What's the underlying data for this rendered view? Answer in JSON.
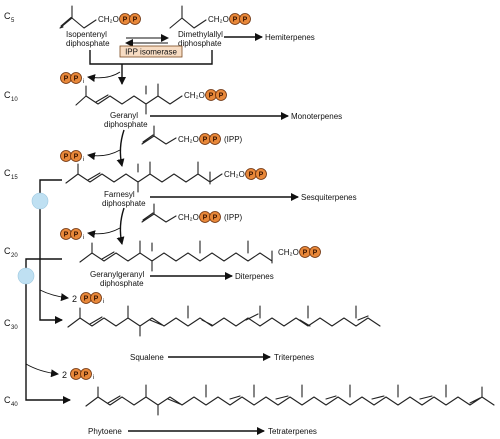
{
  "carbon_labels": {
    "c5": {
      "c": "C",
      "n": "5"
    },
    "c10": {
      "c": "C",
      "n": "10"
    },
    "c15": {
      "c": "C",
      "n": "15"
    },
    "c20": {
      "c": "C",
      "n": "20"
    },
    "c30": {
      "c": "C",
      "n": "30"
    },
    "c40": {
      "c": "C",
      "n": "40"
    }
  },
  "compounds": {
    "ipp": [
      "Isopentenyl",
      "diphosphate"
    ],
    "dmapp": [
      "Dimethylallyl",
      "diphosphate"
    ],
    "gpp": [
      "Geranyl",
      "diphosphate"
    ],
    "fpp": [
      "Farnesyl",
      "diphosphate"
    ],
    "ggpp": [
      "Geranylgeranyl",
      "diphosphate"
    ],
    "squalene": "Squalene",
    "phytoene": "Phytoene"
  },
  "enzyme": "IPP isomerase",
  "groups": {
    "ch2o": "CH₂O",
    "p": "P",
    "pi_sub": "i",
    "ipp_tag": "(IPP)",
    "two": "2"
  },
  "products": {
    "hemi": "Hemiterpenes",
    "mono": "Monoterpenes",
    "sesqui": "Sesquiterpenes",
    "di": "Diterpenes",
    "tri": "Triterpenes",
    "tetra": "Tetraterpenes"
  },
  "colors": {
    "phosphate_fill": "#e8883a",
    "isomerase_box": "#f7dcc3",
    "node": "#bfe0f2"
  }
}
